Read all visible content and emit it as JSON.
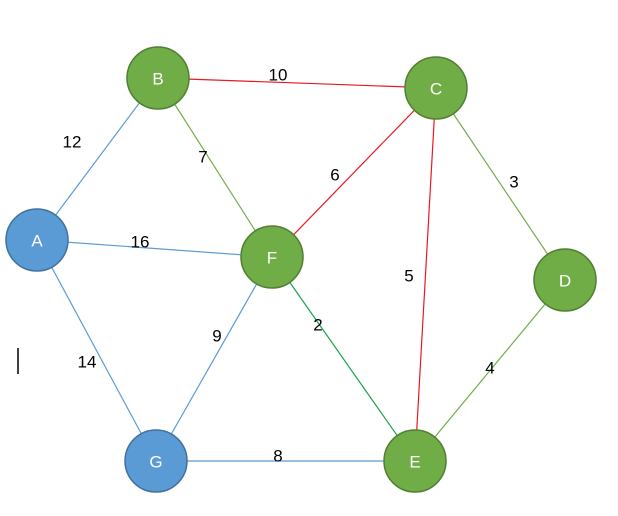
{
  "colors": {
    "blue_node": "#5b9bd5",
    "blue_node_stroke": "#41719c",
    "green_node": "#70ad47",
    "green_node_stroke": "#507e32",
    "blue_edge": "#5b9bd5",
    "red_edge": "#e8191f",
    "green_edge": "#70ad47",
    "teal_edge": "#1aa34a"
  },
  "nodes": [
    {
      "id": "A",
      "label": "A",
      "color": "blue"
    },
    {
      "id": "B",
      "label": "B",
      "color": "green"
    },
    {
      "id": "C",
      "label": "C",
      "color": "green"
    },
    {
      "id": "D",
      "label": "D",
      "color": "green"
    },
    {
      "id": "E",
      "label": "E",
      "color": "green"
    },
    {
      "id": "F",
      "label": "F",
      "color": "green"
    },
    {
      "id": "G",
      "label": "G",
      "color": "blue"
    }
  ],
  "edges": [
    {
      "from": "A",
      "to": "B",
      "weight": "12",
      "color": "blue"
    },
    {
      "from": "A",
      "to": "F",
      "weight": "16",
      "color": "blue"
    },
    {
      "from": "A",
      "to": "G",
      "weight": "14",
      "color": "blue"
    },
    {
      "from": "B",
      "to": "C",
      "weight": "10",
      "color": "red"
    },
    {
      "from": "B",
      "to": "F",
      "weight": "7",
      "color": "green"
    },
    {
      "from": "F",
      "to": "C",
      "weight": "6",
      "color": "red"
    },
    {
      "from": "C",
      "to": "E",
      "weight": "5",
      "color": "red"
    },
    {
      "from": "C",
      "to": "D",
      "weight": "3",
      "color": "green"
    },
    {
      "from": "F",
      "to": "E",
      "weight": "2",
      "color": "teal"
    },
    {
      "from": "F",
      "to": "G",
      "weight": "9",
      "color": "blue"
    },
    {
      "from": "G",
      "to": "E",
      "weight": "8",
      "color": "blue"
    },
    {
      "from": "E",
      "to": "D",
      "weight": "4",
      "color": "green"
    }
  ]
}
